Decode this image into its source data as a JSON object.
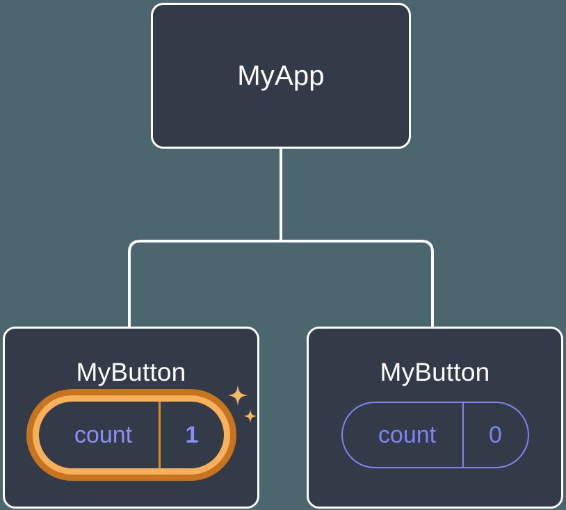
{
  "theme": {
    "background": "#4c6670",
    "card_fill": "#333b49",
    "card_border": "#ffffff",
    "connector": "#ffffff",
    "title_text": "#ffffff",
    "state_accent": "#7f84f2",
    "highlight_inner_ring": "#f7b05b",
    "highlight_outer_ring": "#c8741e",
    "sparkle": "#f8b863"
  },
  "tree": {
    "root": {
      "title": "MyApp"
    },
    "children": [
      {
        "title": "MyButton",
        "state": {
          "key": "count",
          "value": "1"
        },
        "highlighted": true,
        "sparkle_icon": "sparkle-icon"
      },
      {
        "title": "MyButton",
        "state": {
          "key": "count",
          "value": "0"
        },
        "highlighted": false
      }
    ]
  }
}
